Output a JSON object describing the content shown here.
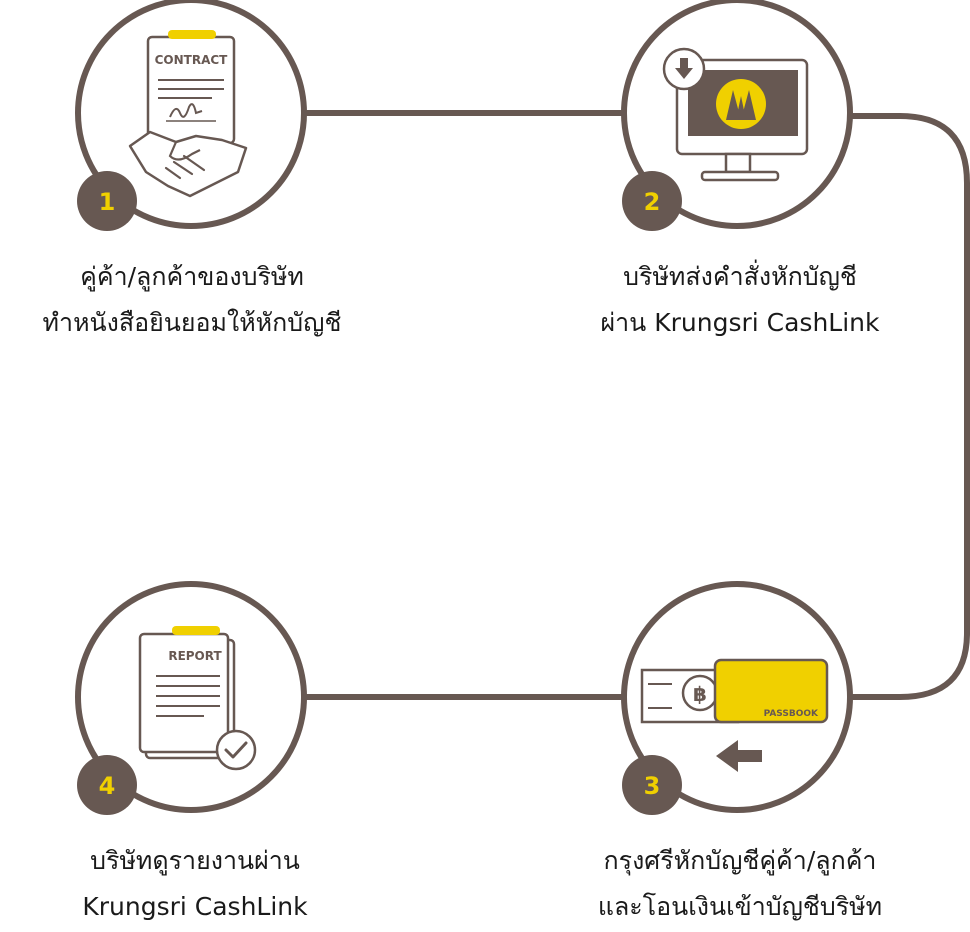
{
  "colors": {
    "line": "#675852",
    "accent": "#f0d000",
    "badge_bg": "#675852",
    "text": "#1a1a1a",
    "paper": "#ffffff"
  },
  "steps": [
    {
      "number": "1",
      "icon": "contract-handshake-icon",
      "icon_label": "CONTRACT",
      "caption_lines": [
        "คู่ค้า/ลูกค้าของบริษัท",
        "ทำหนังสือยินยอมให้หักบัญชี"
      ]
    },
    {
      "number": "2",
      "icon": "monitor-download-icon",
      "caption_lines": [
        "บริษัทส่งคำสั่งหักบัญชี",
        "ผ่าน Krungsri CashLink"
      ]
    },
    {
      "number": "3",
      "icon": "passbook-transfer-icon",
      "icon_label": "PASSBOOK",
      "currency_symbol": "฿",
      "caption_lines": [
        "กรุงศรีหักบัญชีคู่ค้า/ลูกค้า",
        "และโอนเงินเข้าบัญชีบริษัท"
      ]
    },
    {
      "number": "4",
      "icon": "report-check-icon",
      "icon_label": "REPORT",
      "caption_lines": [
        "บริษัทดูรายงานผ่าน",
        "Krungsri CashLink"
      ]
    }
  ]
}
